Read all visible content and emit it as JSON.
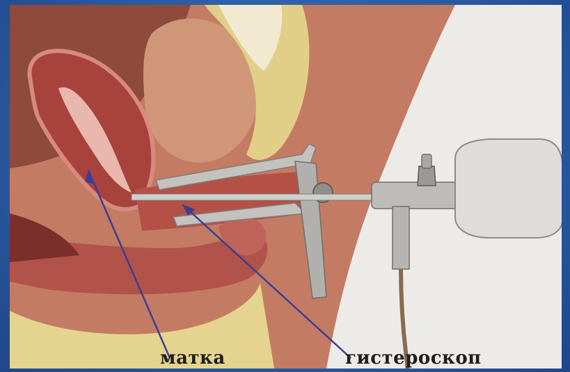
{
  "illustration": {
    "subject": "anatomical-cross-section-with-hysteroscope",
    "colors": {
      "slide_background": "#2f5fa4",
      "flesh": "#c9866a",
      "muscle": "#a8413c",
      "fat": "#e3d28a",
      "instrument": "#b9b9b6",
      "pointer_line": "#3a3f93"
    }
  },
  "labels": {
    "uterus": "матка",
    "hysteroscope": "гистероскоп"
  }
}
